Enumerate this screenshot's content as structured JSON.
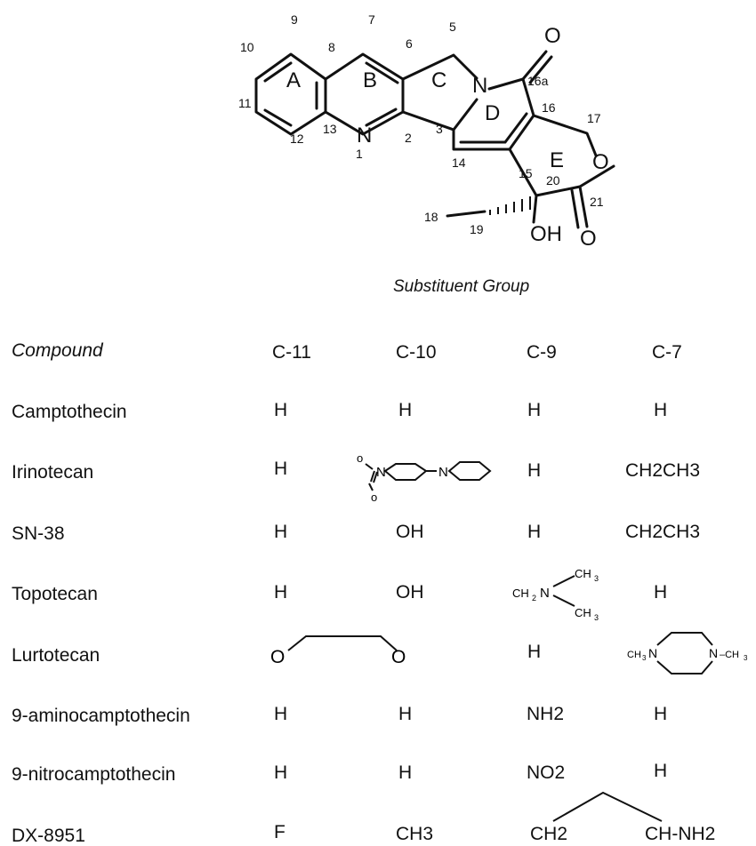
{
  "structure": {
    "ring_labels": [
      "A",
      "B",
      "C",
      "D",
      "E"
    ],
    "atom_labels": [
      "9",
      "10",
      "11",
      "12",
      "8",
      "13",
      "7",
      "6",
      "5",
      "1",
      "2",
      "3",
      "14",
      "15",
      "16",
      "16a",
      "17",
      "20",
      "21",
      "18",
      "19"
    ],
    "heteroatoms": [
      "N",
      "N",
      "O",
      "O",
      "O",
      "OH"
    ]
  },
  "table": {
    "subheading": "Substituent Group",
    "headers": [
      "Compound",
      "C-11",
      "C-10",
      "C-9",
      "C-7"
    ],
    "rows": [
      {
        "compound": "Camptothecin",
        "c11": "H",
        "c10": "H",
        "c9": "H",
        "c7": "H"
      },
      {
        "compound": "Irinotecan",
        "c11": "H",
        "c10": "",
        "c9": "H",
        "c7": "CH2CH3"
      },
      {
        "compound": "SN-38",
        "c11": "H",
        "c10": "OH",
        "c9": "H",
        "c7": "CH2CH3"
      },
      {
        "compound": "Topotecan",
        "c11": "H",
        "c10": "OH",
        "c9": "",
        "c7": "H"
      },
      {
        "compound": "Lurtotecan",
        "c11": "",
        "c10": "",
        "c9": "H",
        "c7": ""
      },
      {
        "compound": "9-aminocamptothecin",
        "c11": "H",
        "c10": "H",
        "c9": "NH2",
        "c7": "H"
      },
      {
        "compound": "9-nitrocamptothecin",
        "c11": "H",
        "c10": "H",
        "c9": "NO2",
        "c7": "H"
      },
      {
        "compound": "DX-8951",
        "c11": "F",
        "c10": "CH3",
        "c9": "CH2",
        "c7": "CH-NH2"
      }
    ],
    "fragments": {
      "irinotecan_o_top": "o",
      "irinotecan_n1": "N",
      "irinotecan_n2": "N",
      "irinotecan_o_bottom": "o",
      "topotecan_ch2": "CH",
      "topotecan_sub2": "2",
      "topotecan_n": "N",
      "topotecan_ch3a": "CH",
      "topotecan_sub3a": "3",
      "topotecan_ch3b": "CH",
      "topotecan_sub3b": "3",
      "lurtotecan_o1": "O",
      "lurtotecan_o2": "O",
      "lurtotecan_ch3_left": "CH",
      "lurtotecan_sub3_left": "3",
      "lurtotecan_n1": "N",
      "lurtotecan_n2": "N",
      "lurtotecan_ch3_right": "–CH",
      "lurtotecan_sub3_right": "3"
    }
  }
}
